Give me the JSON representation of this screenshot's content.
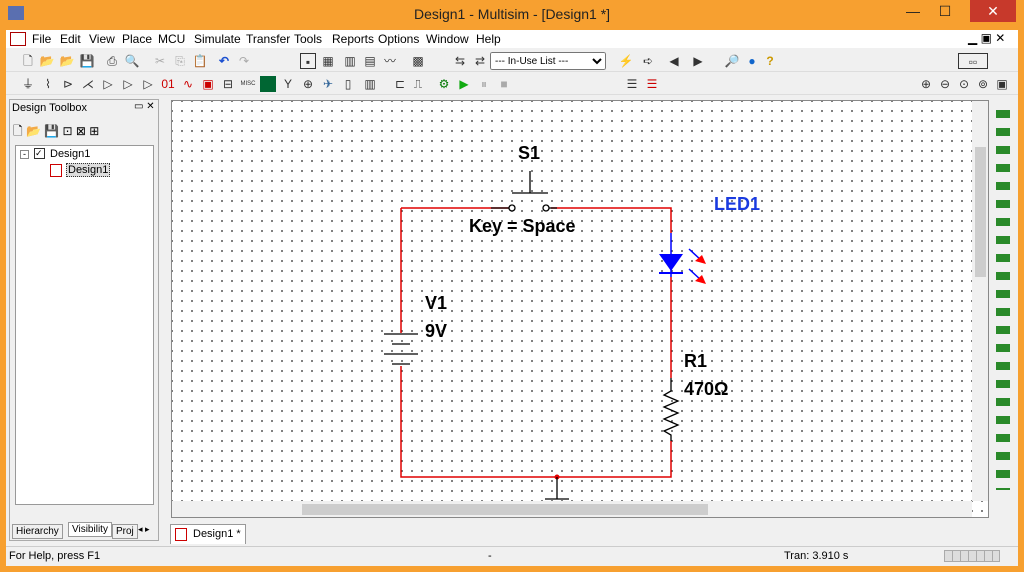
{
  "window": {
    "title": "Design1 - Multisim - [Design1 *]",
    "minimize": "—",
    "maximize": "☐",
    "close": "✕"
  },
  "menu": [
    "File",
    "Edit",
    "View",
    "Place",
    "MCU",
    "Simulate",
    "Transfer",
    "Tools",
    "Reports",
    "Options",
    "Window",
    "Help"
  ],
  "toolbar": {
    "inuse_list": "--- In-Use List ---"
  },
  "toolbox": {
    "title": "Design Toolbox",
    "tree_root": "Design1",
    "tree_child": "Design1",
    "tabs": [
      "Hierarchy",
      "Visibility",
      "Proj"
    ]
  },
  "schematic": {
    "switch_label": "S1",
    "switch_key": "Key = Space",
    "led_label": "LED1",
    "battery_label": "V1",
    "battery_value": "9V",
    "resistor_label": "R1",
    "resistor_value": "470Ω",
    "wire_color": "#e00000",
    "led_color": "#0000ff"
  },
  "doc_tab": "Design1 *",
  "status": {
    "help": "For Help, press F1",
    "middle": "-",
    "tran": "Tran: 3.910 s"
  }
}
